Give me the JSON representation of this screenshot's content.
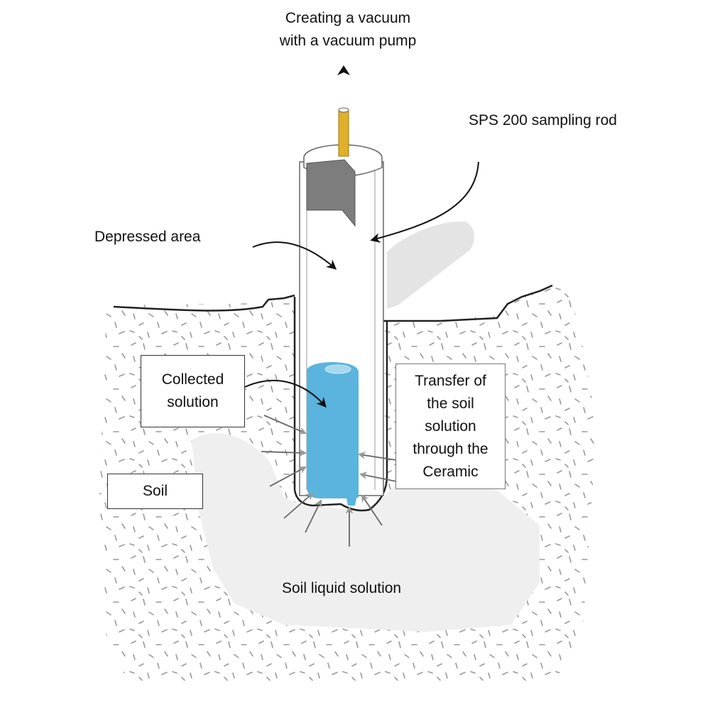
{
  "title": "Soil solution sampling with a vacuum rod",
  "colors": {
    "rod": "#e0b02a",
    "solution": "#5ab4dd",
    "solution_top": "#a6d8ef",
    "seal": "#808080",
    "soil_liquid": "#efefef",
    "soil_speckle": "#9a9a9a",
    "outline": "#222222"
  },
  "labels": {
    "vacuum": "Creating a vacuum\nwith a vacuum pump",
    "rod": "SPS 200 sampling rod",
    "depressed": "Depressed area",
    "collected": "Collected\nsolution",
    "transfer": "Transfer of\nthe soil\nsolution\nthrough the\nCeramic",
    "soil": "Soil",
    "soil_liquid": "Soil liquid solution"
  },
  "icons": {
    "vacuum_arrow": "arrow-up-icon"
  }
}
